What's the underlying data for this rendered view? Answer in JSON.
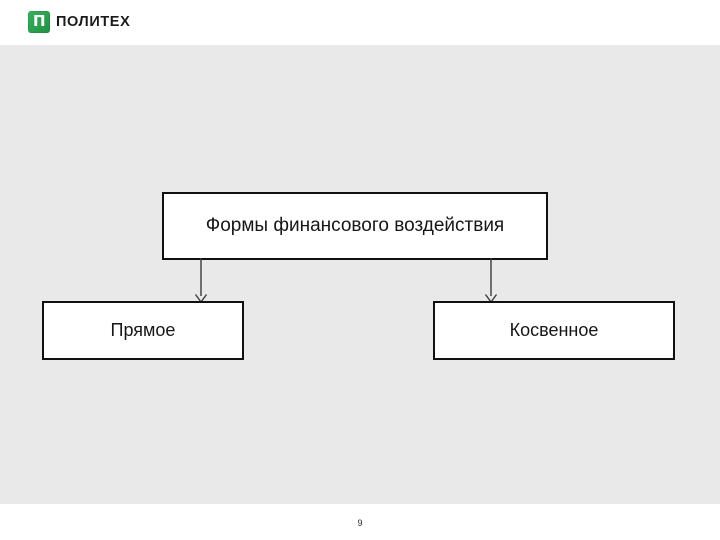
{
  "header": {
    "brand_mark_glyph": "П",
    "brand_mark_icon": "politech-pi-logo-icon",
    "brand_name": "ПОЛИТЕХ",
    "brand_color": "#2aa14e",
    "background": "#ffffff"
  },
  "slide": {
    "background": "#e9e9e9",
    "footer_background": "#ffffff",
    "page_number": "9"
  },
  "diagram": {
    "type": "flowchart",
    "orientation": "top-down",
    "node_fill": "#ffffff",
    "node_border": "#101010",
    "connector_color": "#3a3a3a",
    "nodes": [
      {
        "id": "root",
        "label": "Формы финансового воздействия",
        "level": 0
      },
      {
        "id": "left",
        "label": "Прямое",
        "level": 1
      },
      {
        "id": "right",
        "label": "Косвенное",
        "level": 1
      }
    ],
    "edges": [
      {
        "from": "root",
        "to": "left",
        "arrow": "down"
      },
      {
        "from": "root",
        "to": "right",
        "arrow": "down"
      }
    ]
  }
}
